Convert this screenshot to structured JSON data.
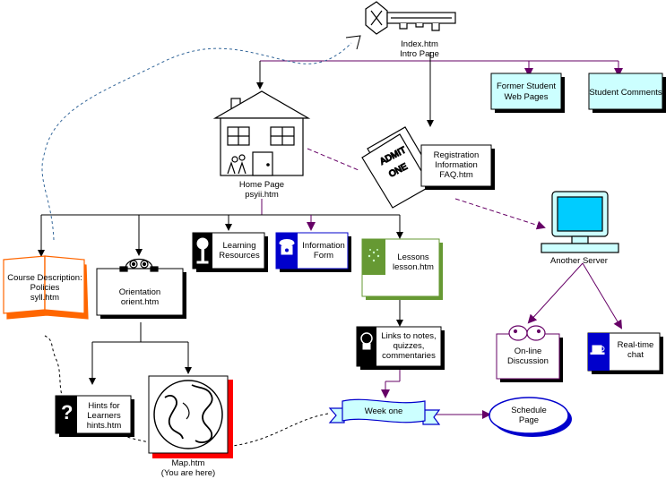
{
  "colors": {
    "cyan": "#ccffff",
    "purple": "#660066",
    "blue": "#0000cc",
    "green": "#669933",
    "red": "#ff0000",
    "orange": "#ff6600",
    "black": "#000000",
    "teal": "#336699"
  },
  "nodes": {
    "index": {
      "icon": "key-icon",
      "line1": "Index.htm",
      "line2": "Intro Page"
    },
    "former_student": {
      "line1": "Former Student",
      "line2": "Web Pages"
    },
    "student_comments": {
      "line1": "Student Comments"
    },
    "home": {
      "icon": "house-icon",
      "line1": "Home Page",
      "line2": "psyii.htm"
    },
    "registration": {
      "icon": "admit-one-ticket-icon",
      "line1": "Registration",
      "line2": "Information",
      "line3": "FAQ.htm"
    },
    "another_server": {
      "icon": "computer-icon",
      "line1": "Another Server"
    },
    "course": {
      "icon": "open-book-icon",
      "line1": "Course Description:",
      "line2": "Policies",
      "line3": "syll.htm"
    },
    "orientation": {
      "icon": "peeking-face-icon",
      "line1": "Orientation",
      "line2": "orient.htm"
    },
    "learning": {
      "icon": "tree-icon",
      "line1": "Learning",
      "line2": "Resources"
    },
    "info_form": {
      "icon": "telephone-icon",
      "line1": "Information",
      "line2": "Form"
    },
    "lessons": {
      "icon": "sparkle-icon",
      "line1": "Lessons",
      "line2": "lesson.htm"
    },
    "links": {
      "icon": "lightbulb-icon",
      "line1": "Links to notes,",
      "line2": "quizzes,",
      "line3": "commentaries"
    },
    "discussion": {
      "icon": "people-talking-icon",
      "line1": "On-line",
      "line2": "Discussion"
    },
    "chat": {
      "icon": "coffee-cup-icon",
      "line1": "Real-time",
      "line2": "chat"
    },
    "hints": {
      "icon": "question-mark-icon",
      "line1": "Hints for",
      "line2": "Learners",
      "line3": "hints.htm"
    },
    "map": {
      "icon": "globe-icon",
      "line1": "Map.htm",
      "line2": "(You are here)"
    },
    "week_one": {
      "icon": "ribbon-banner-icon",
      "line1": "Week one"
    },
    "schedule": {
      "line1": "Schedule",
      "line2": "Page"
    }
  }
}
